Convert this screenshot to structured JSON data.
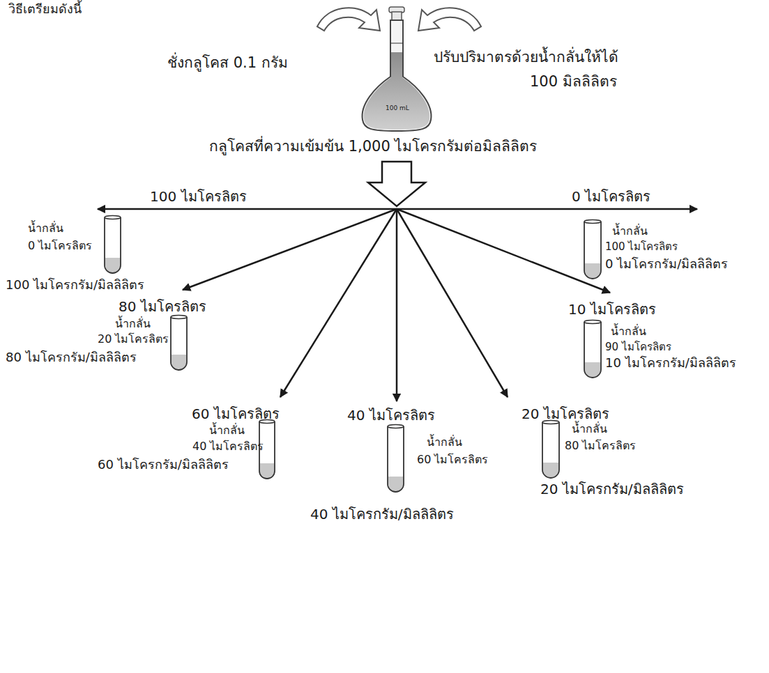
{
  "diagram": {
    "labels": [
      "วิธีเตรียมดังนี้",
      "ชั่งกลูโคส 0.1 กรัม",
      "ปรับปริมาตรด้วยน้ำกลั่นให้ได้",
      "100 มิลลิลิตร",
      "100 mL",
      "กลูโคสที่ความเข้มข้น 1,000 ไมโครกรัมต่อมิลลิลิตร",
      "100 ไมโครลิตร",
      "น้ำกลั่น",
      "0 ไมโครลิตร",
      "100 ไมโครกรัม/มิลลิลิตร",
      "0 ไมโครลิตร",
      "น้ำกลั่น",
      "100 ไมโครลิตร",
      "0 ไมโครกรัม/มิลลิลิตร",
      "80 ไมโครลิตร",
      "น้ำกลั่น",
      "20 ไมโครลิตร",
      "80 ไมโครกรัม/มิลลิลิตร",
      "10 ไมโครลิตร",
      "น้ำกลั่น",
      "90 ไมโครลิตร",
      "10 ไมโครกรัม/มิลลิลิตร",
      "60 ไมโครลิตร",
      "น้ำกลั่น",
      "40 ไมโครลิตร",
      "60 ไมโครกรัม/มิลลิลิตร",
      "40 ไมโครลิตร",
      "น้ำกลั่น",
      "60 ไมโครลิตร",
      "40 ไมโครกรัม/มิลลิลิตร",
      "20 ไมโครลิตร",
      "น้ำกลั่น",
      "80 ไมโครลิตร",
      "20 ไมโครกรัม/มิลลิลิตร"
    ]
  }
}
